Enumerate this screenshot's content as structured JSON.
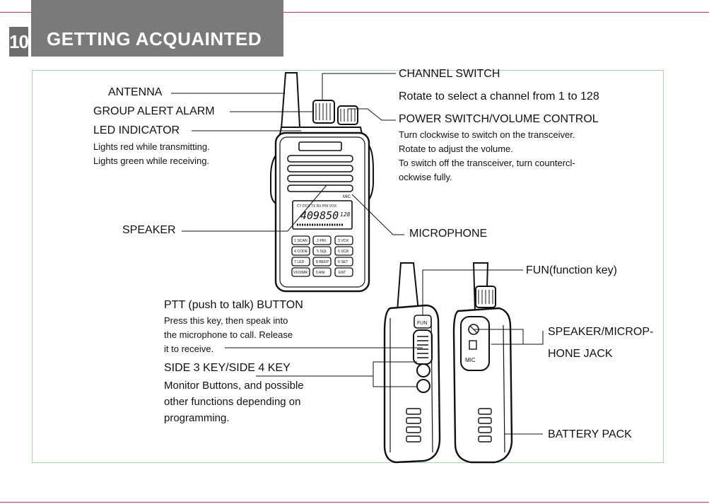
{
  "header": {
    "page_number": "10",
    "title": "GETTING ACQUAINTED"
  },
  "callouts": {
    "antenna": "ANTENNA",
    "group_alert_alarm": "GROUP ALERT ALARM",
    "led_indicator": {
      "title": "LED INDICATOR",
      "lines": [
        "Lights red while transmitting.",
        "Lights green while receiving."
      ]
    },
    "speaker": "SPEAKER",
    "channel_switch": {
      "title": "CHANNEL SWITCH",
      "desc": "Rotate to select a channel from 1 to 128"
    },
    "power_switch": {
      "title": "POWER SWITCH/VOLUME CONTROL",
      "lines": [
        "Turn clockwise to switch on the transceiver.",
        "Rotate to adjust the volume.",
        "To switch off the transceiver, turn countercl-",
        "ockwise fully."
      ]
    },
    "microphone": "MICROPHONE",
    "fun_key": "FUN(function key)",
    "ptt": {
      "title": "PTT (push to talk) BUTTON",
      "lines": [
        "Press this key, then speak into",
        "the microphone to call. Release",
        "it to receive."
      ]
    },
    "side_keys": {
      "title": "SIDE 3 KEY/SIDE 4 KEY",
      "lines": [
        "Monitor Buttons, and possible",
        "other functions depending on",
        "programming."
      ]
    },
    "speaker_mic_jack": {
      "line1": "SPEAKER/MICROP-",
      "line2": "HONE JACK"
    },
    "battery_pack": "BATTERY PACK"
  },
  "radio": {
    "display": {
      "frequency": "409850",
      "channel": "128",
      "status_row": "CT DCS TX RX PRI VOX"
    },
    "mic_label": "MIC",
    "side_mic_label": "MIC",
    "fun_label": "FUN",
    "keypad": [
      [
        "1 SCAN",
        "2 PRI",
        "3 VOX"
      ],
      [
        "4 CODE",
        "5 SQL",
        "6 SCR"
      ],
      [
        "7 LED",
        "8 BEEP",
        "9 SET"
      ],
      [
        "VFO/MR",
        "0 ANI",
        "ENT"
      ]
    ]
  }
}
